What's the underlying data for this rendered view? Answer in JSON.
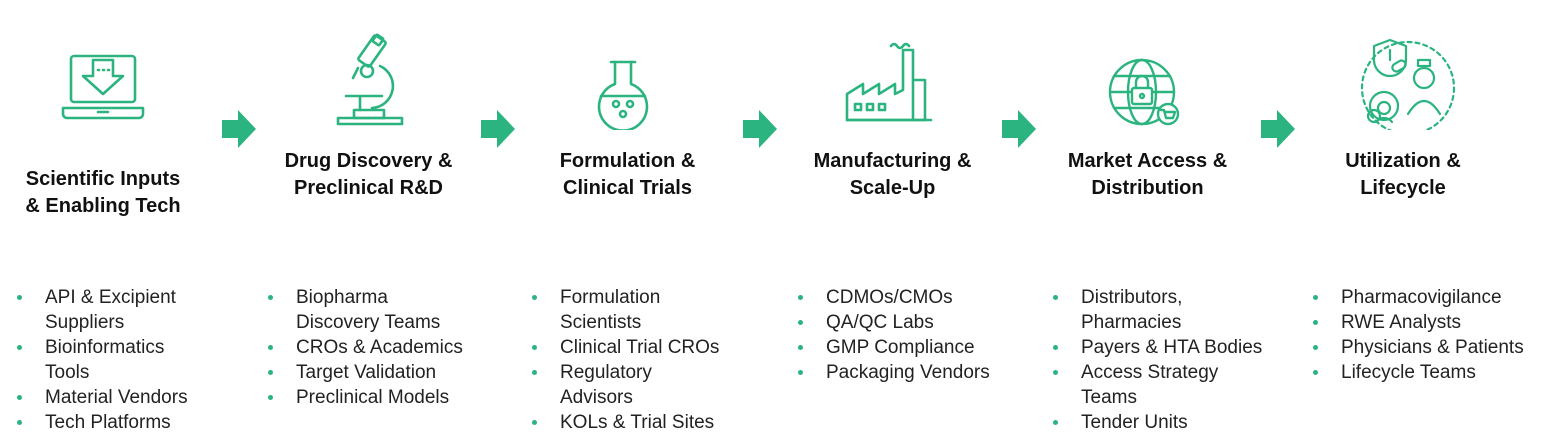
{
  "accent_color": "#2bb47f",
  "stages": [
    {
      "icon": "laptop-download-icon",
      "title_lines": [
        "Scientific Inputs",
        "& Enabling Tech"
      ],
      "items": [
        "API & Excipient\nSuppliers",
        "Bioinformatics\nTools",
        "Material Vendors",
        "Tech Platforms"
      ]
    },
    {
      "icon": "microscope-icon",
      "title_lines": [
        "Drug Discovery &",
        "Preclinical R&D"
      ],
      "items": [
        "Biopharma\nDiscovery Teams",
        "CROs & Academics",
        "Target Validation",
        "Preclinical Models"
      ]
    },
    {
      "icon": "flask-icon",
      "title_lines": [
        "Formulation &",
        "Clinical Trials"
      ],
      "items": [
        "Formulation\nScientists",
        "Clinical Trial CROs",
        "Regulatory\nAdvisors",
        "KOLs & Trial Sites"
      ]
    },
    {
      "icon": "factory-icon",
      "title_lines": [
        "Manufacturing &",
        "Scale-Up"
      ],
      "items": [
        "CDMOs/CMOs",
        "QA/QC Labs",
        "GMP Compliance",
        "Packaging Vendors"
      ]
    },
    {
      "icon": "globe-lock-cart-icon",
      "title_lines": [
        "Market Access &",
        "Distribution"
      ],
      "items": [
        "Distributors,\nPharmacies",
        "Payers & HTA Bodies",
        "Access Strategy\nTeams",
        "Tender Units"
      ]
    },
    {
      "icon": "physician-patient-icon",
      "title_lines": [
        "Utilization &",
        "Lifecycle"
      ],
      "items": [
        "Pharmacovigilance",
        "RWE Analysts",
        "Physicians & Patients",
        "Lifecycle Teams"
      ]
    }
  ]
}
